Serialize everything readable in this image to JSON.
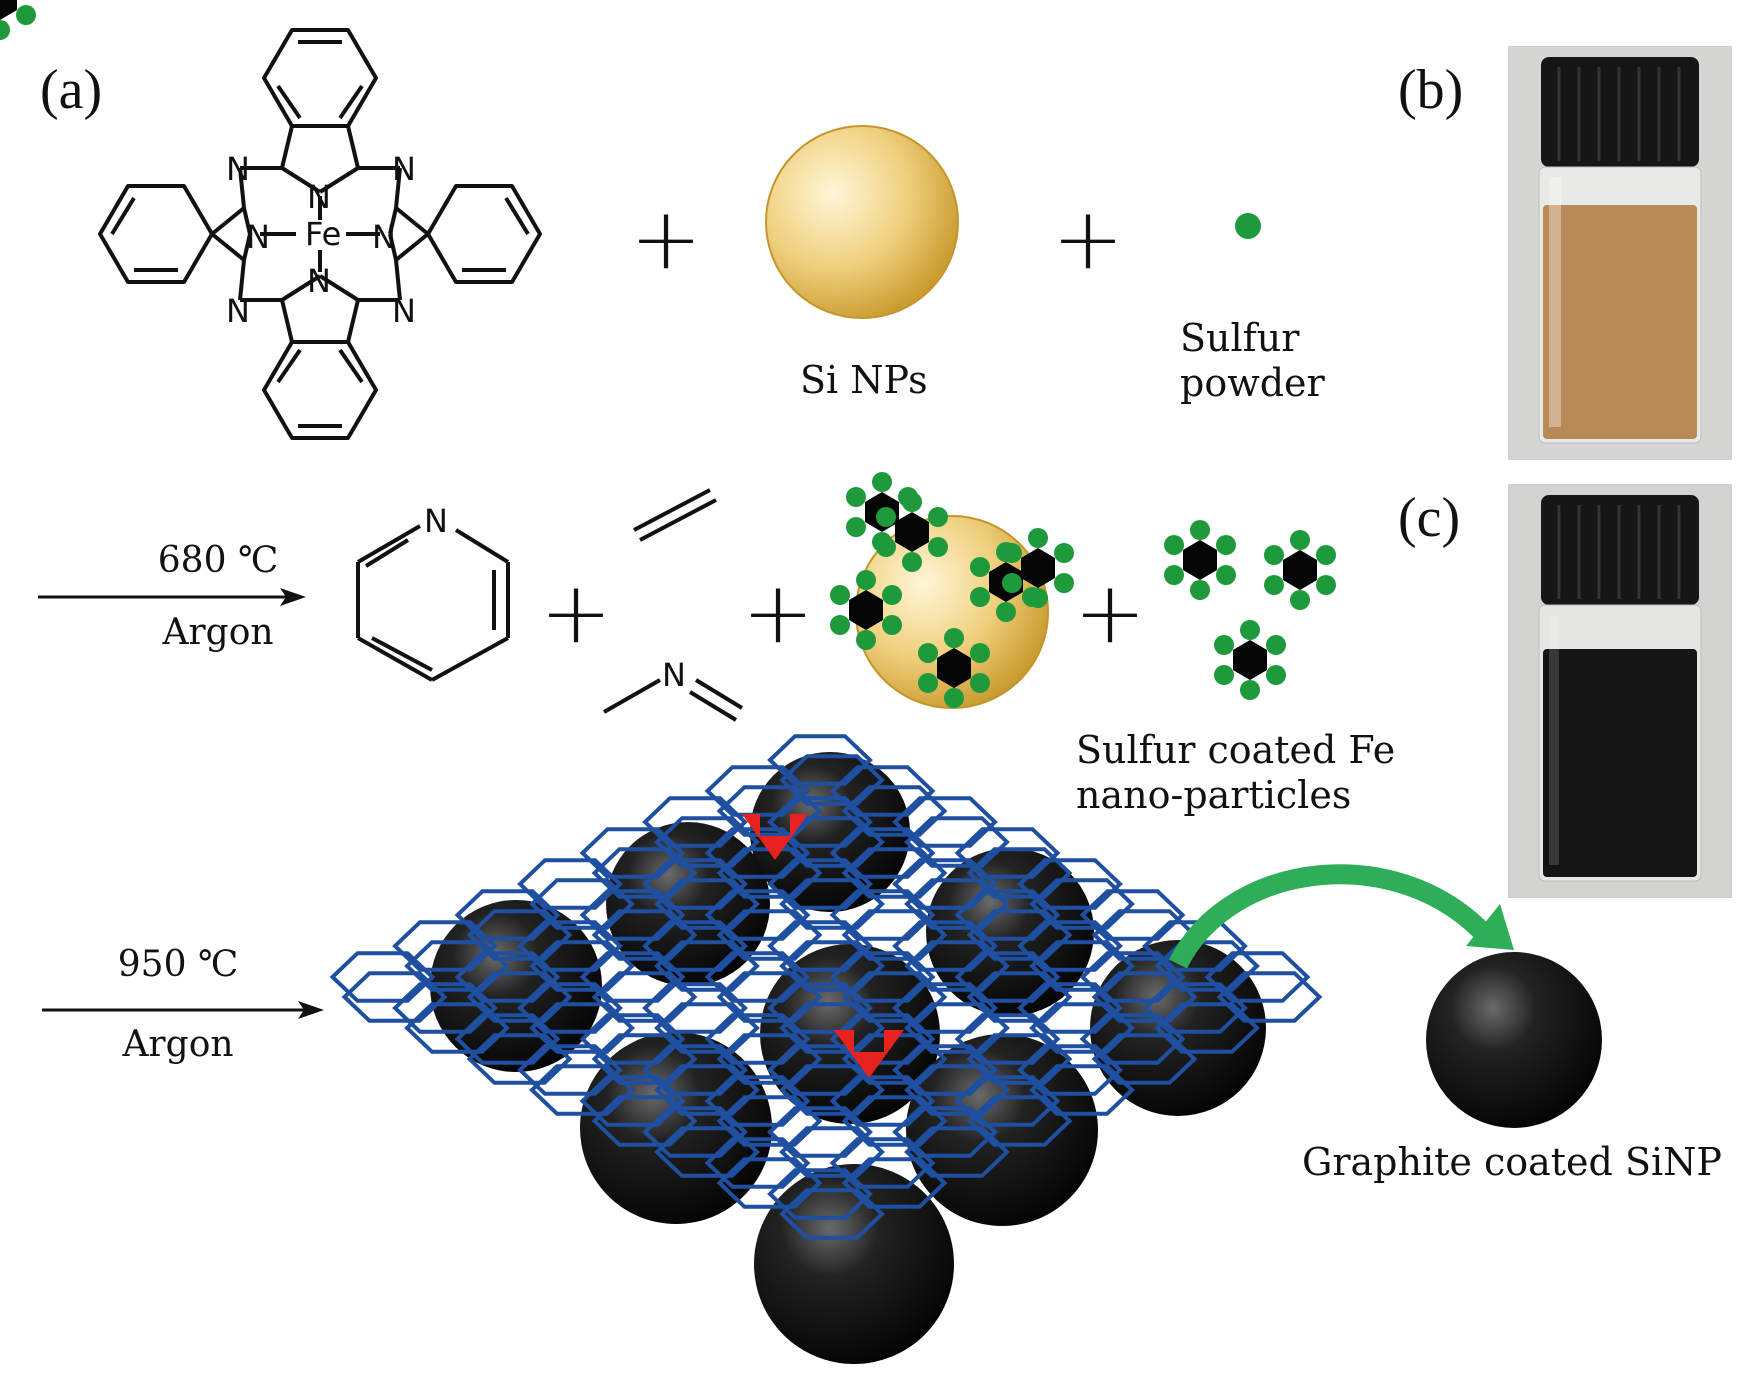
{
  "panels": {
    "a": "(a)",
    "b": "(b)",
    "c": "(c)"
  },
  "reactants": {
    "si": "Si NPs",
    "sulfur_line1": "Sulfur",
    "sulfur_line2": "powder"
  },
  "step1": {
    "temperature": "680 ℃",
    "gas": "Argon"
  },
  "step2": {
    "temperature": "950 ℃",
    "gas": "Argon"
  },
  "intermediates": {
    "fe_line1": "Sulfur coated Fe",
    "fe_line2": "nano-particles"
  },
  "product": "Graphite coated SiNP",
  "molecule": {
    "metal": "Fe",
    "nitrogen": "N",
    "plus": "+"
  },
  "colors": {
    "sulfur_green": "#1e9a3c",
    "si_gold": "#e8c25e",
    "graphene_blue": "#1f4fa0",
    "arrow_red": "#e8231f",
    "arrow_green": "#2fae5a",
    "suspension_brown": "#b88a58",
    "suspension_black": "#141414"
  }
}
